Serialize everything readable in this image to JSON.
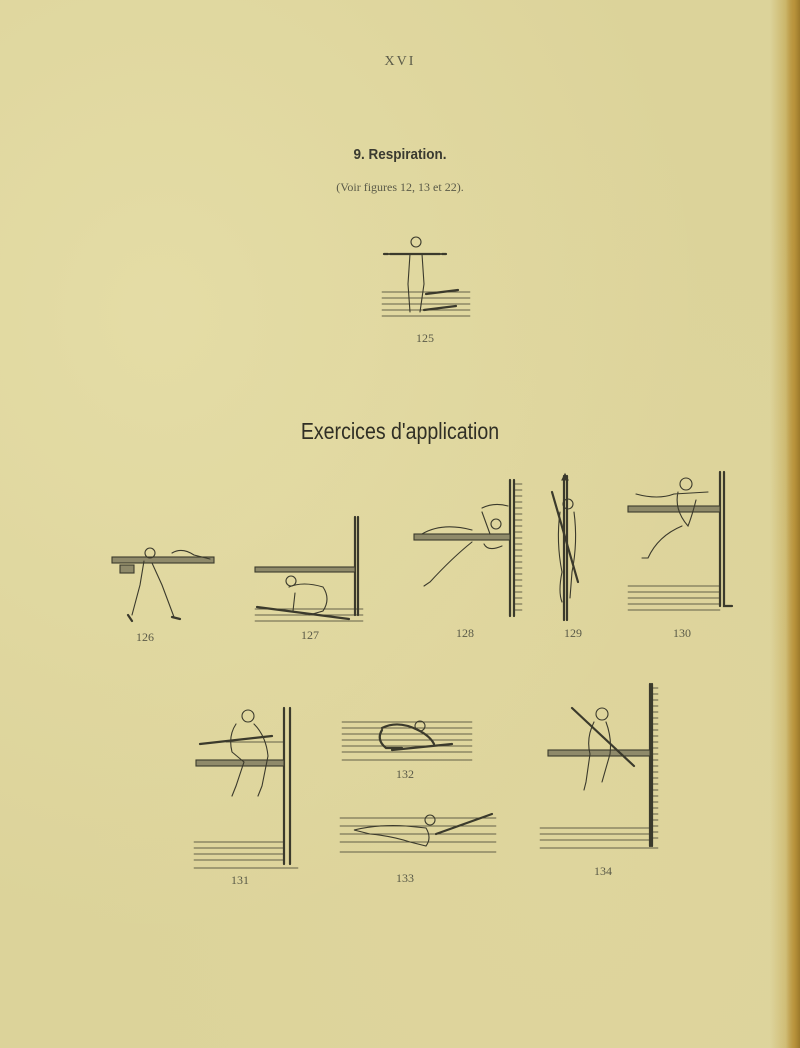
{
  "page": {
    "number": "XVI",
    "section_title": "9. Respiration.",
    "section_reference": "(Voir figures 12, 13 et 22).",
    "subheading": "Exercices d'application"
  },
  "figures": [
    {
      "id": "125",
      "label": "125",
      "description": "Figure standing on bench, arms extended horizontally"
    },
    {
      "id": "126",
      "label": "126",
      "description": "Figure hanging on horizontal beam, legs spread"
    },
    {
      "id": "127",
      "label": "127",
      "description": "Figure crouching under beam against wall"
    },
    {
      "id": "128",
      "label": "128",
      "description": "Figure clinging to beam beside wall bars"
    },
    {
      "id": "129",
      "label": "129",
      "description": "Figure climbing pole with rifle"
    },
    {
      "id": "130",
      "label": "130",
      "description": "Figure straddling beam beside wall"
    },
    {
      "id": "131",
      "label": "131",
      "description": "Figure seated on beam with rifle"
    },
    {
      "id": "132",
      "label": "132",
      "description": "Figure crawling on all fours with rifle"
    },
    {
      "id": "133",
      "label": "133",
      "description": "Figure crawling prone with rifle"
    },
    {
      "id": "134",
      "label": "134",
      "description": "Figure seated on beam beside wall bars with rifle"
    }
  ],
  "colors": {
    "paper": "#dcd39a",
    "ink": "#3b3a2c",
    "page_edge": "#b9933b"
  }
}
